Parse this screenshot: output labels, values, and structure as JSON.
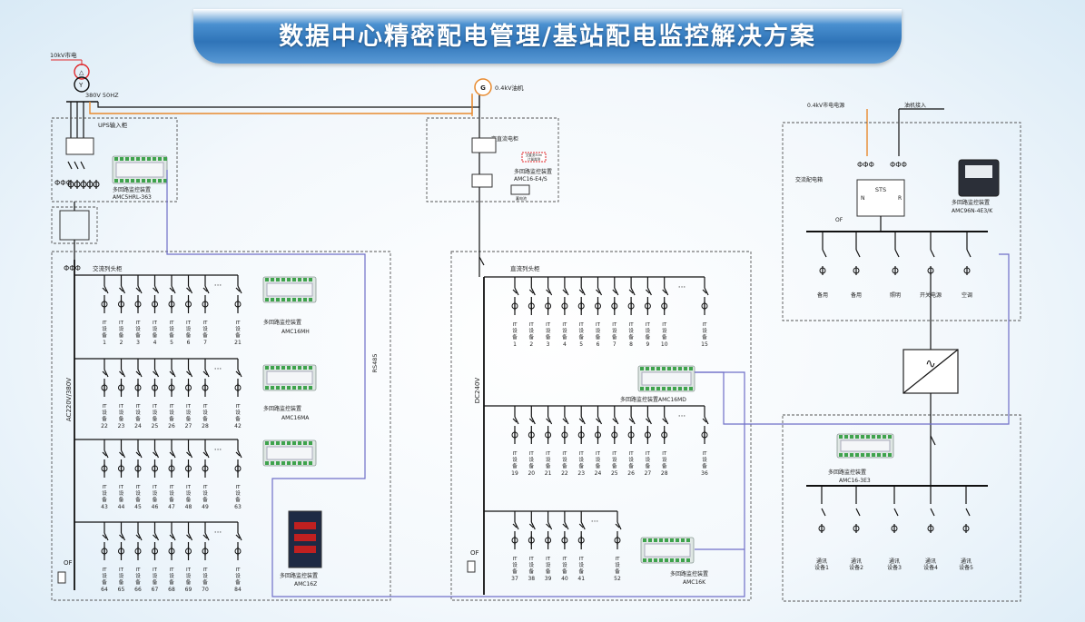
{
  "title": "数据中心精密配电管理/基站配电监控解决方案",
  "colors": {
    "wire": "#111111",
    "orange": "#e88a2e",
    "blue": "#6f6fc8",
    "dash": "#555555",
    "red": "#e0282c"
  },
  "top": {
    "source_10kv": "10kV市电",
    "v380": "380V 50HZ",
    "ups_input": "UPS输入柜",
    "gen_label": "0.4kV油机",
    "gen_symbol": "G",
    "dc_cabinet": "交直流电柜",
    "mon_tag": "交直流30m\n计量监测",
    "amc16_e4s_name": "多回路监控装置",
    "amc16_e4s_model": "AMC16-E4/S",
    "battery": "蓄电池",
    "amc5hr_name": "多回路监控装置",
    "amc5hr_model": "AMC5HRL-363",
    "rs485": "RS485"
  },
  "left": {
    "bus_label": "交流列头柜",
    "vertical_voltage": "AC220V/380V",
    "row1_nums": [
      "1",
      "2",
      "3",
      "4",
      "5",
      "6",
      "7",
      "21"
    ],
    "row2_nums": [
      "22",
      "23",
      "24",
      "25",
      "26",
      "27",
      "28",
      "42"
    ],
    "row3_nums": [
      "43",
      "44",
      "45",
      "46",
      "47",
      "48",
      "49",
      "63"
    ],
    "row4_nums": [
      "64",
      "65",
      "66",
      "67",
      "68",
      "69",
      "70",
      "84"
    ],
    "dev_a": "IT",
    "dev_b": "设",
    "dev_c": "备",
    "ellipsis": "···",
    "amc16mh_name": "多回路监控装置",
    "amc16mh_model": "AMC16MH",
    "amc16ma_name": "多回路监控装置",
    "amc16ma_model": "AMC16MA",
    "amc16z_name": "多回路监控装置",
    "amc16z_model": "AMC16Z",
    "of": "OF"
  },
  "middle": {
    "bus_label": "直流列头柜",
    "vertical_voltage": "DC240V",
    "row1_nums": [
      "1",
      "2",
      "3",
      "4",
      "5",
      "6",
      "7",
      "8",
      "9",
      "10",
      "15"
    ],
    "row2_nums": [
      "19",
      "20",
      "21",
      "22",
      "23",
      "24",
      "25",
      "26",
      "27",
      "28",
      "36"
    ],
    "row3_nums": [
      "37",
      "38",
      "39",
      "40",
      "41",
      "52"
    ],
    "amc16md_name": "多回路监控装置AMC16MD",
    "amc16k_name": "多回路监控装置",
    "amc16k_model": "AMC16K",
    "of": "OF"
  },
  "right": {
    "mains": "0.4kV市电电源",
    "gen": "油机接入",
    "ac_cabinet": "交流配电箱",
    "sts": "STS",
    "n": "N",
    "r": "R",
    "of": "OF",
    "amc96_name": "多回路监控装置",
    "amc96_model": "AMC96N-4E3/K",
    "loads": [
      "备用",
      "备用",
      "照明",
      "开关电源",
      "空调"
    ],
    "amc16_3e3_name": "多回路监控装置",
    "amc16_3e3_model": "AMC16-3E3",
    "comm": [
      "通讯\n设备1",
      "通讯\n设备2",
      "通讯\n设备3",
      "通讯\n设备4",
      "通讯\n设备5"
    ]
  }
}
